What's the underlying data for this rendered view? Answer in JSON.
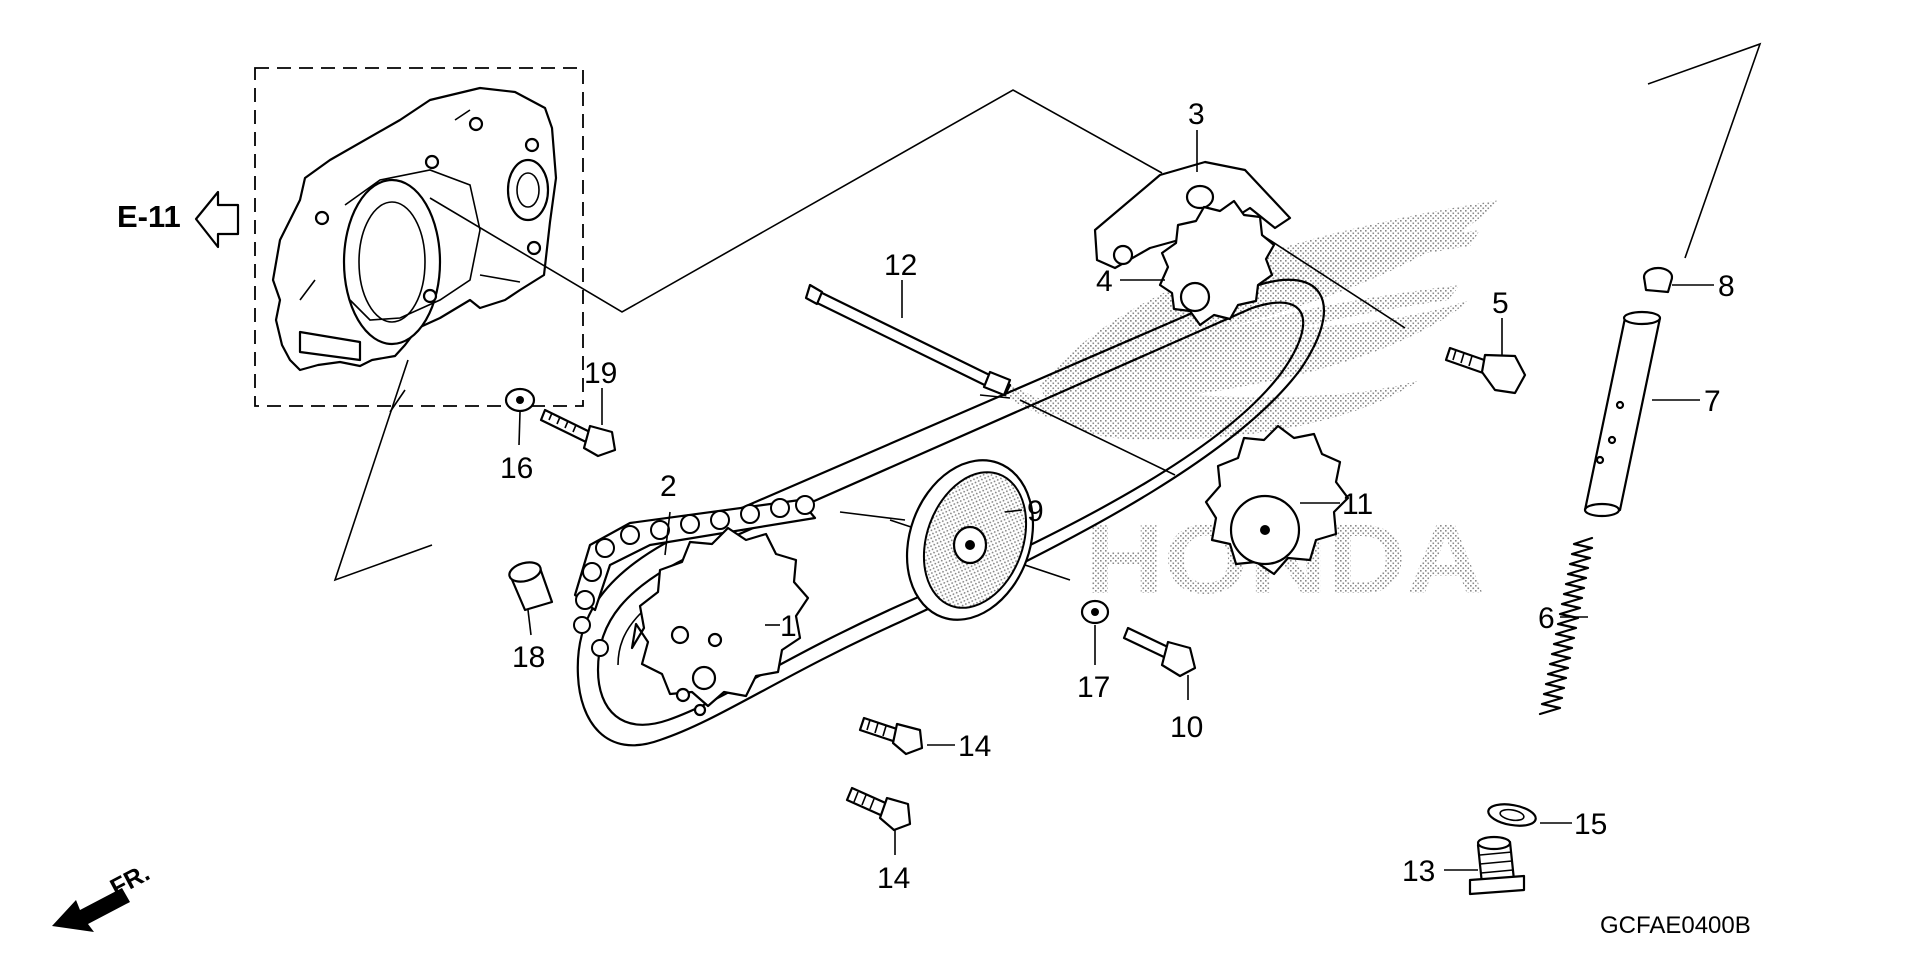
{
  "reference": {
    "section_ref": "E-11",
    "diagram_code": "GCFAE0400B",
    "front_marker": "FR."
  },
  "callouts": [
    {
      "id": "c1",
      "label": "1"
    },
    {
      "id": "c2",
      "label": "2"
    },
    {
      "id": "c3",
      "label": "3"
    },
    {
      "id": "c4",
      "label": "4"
    },
    {
      "id": "c5",
      "label": "5"
    },
    {
      "id": "c6",
      "label": "6"
    },
    {
      "id": "c7",
      "label": "7"
    },
    {
      "id": "c8",
      "label": "8"
    },
    {
      "id": "c9",
      "label": "9"
    },
    {
      "id": "c10",
      "label": "10"
    },
    {
      "id": "c11",
      "label": "11"
    },
    {
      "id": "c12",
      "label": "12"
    },
    {
      "id": "c13",
      "label": "13"
    },
    {
      "id": "c14a",
      "label": "14"
    },
    {
      "id": "c14b",
      "label": "14"
    },
    {
      "id": "c15",
      "label": "15"
    },
    {
      "id": "c16",
      "label": "16"
    },
    {
      "id": "c17",
      "label": "17"
    },
    {
      "id": "c18",
      "label": "18"
    },
    {
      "id": "c19",
      "label": "19"
    }
  ],
  "icons": {
    "section_arrow": "hollow-left-arrow-icon",
    "front_arrow": "solid-diagonal-arrow-icon",
    "watermark": "honda-wing-logo"
  },
  "watermark_text": "HONDA",
  "colors": {
    "ink": "#000000",
    "paper": "#ffffff",
    "watermark": "#9a9a9a"
  }
}
